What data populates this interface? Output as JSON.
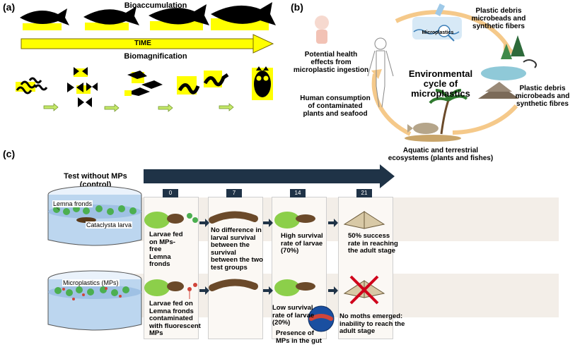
{
  "panels": {
    "a": "(a)",
    "b": "(b)",
    "c": "(c)"
  },
  "panel_a": {
    "bioaccumulation": "Bioaccumulation",
    "time": "TIME",
    "biomagnification": "Biomagnification",
    "colors": {
      "yellow": "#ffff00",
      "black": "#000000",
      "green_arrow": "#c5e96a"
    },
    "icons": [
      "fish-icon",
      "worm-icon",
      "butterfly-icon",
      "bird-icon",
      "snake-icon",
      "owl-icon"
    ]
  },
  "panel_b": {
    "title_line1": "Environmental",
    "title_line2": "cycle of",
    "title_line3": "microplastics",
    "microplastics_tag": "Microplastics",
    "top_right_1": "Plastic debris",
    "top_right_2": "microbeads and",
    "top_right_3": "synthetic fibers",
    "right_1": "Plastic debris",
    "right_2": "microbeads and",
    "right_3": "synthetic fibres",
    "bottom_1": "Aquatic and terrestrial",
    "bottom_2": "ecosystems (plants and fishes)",
    "left_1": "Human consumption",
    "left_2": "of contaminated",
    "left_3": "plants and seafood",
    "health_1": "Potential health",
    "health_2": "effects from",
    "health_3": "microplastic ingestion",
    "colors": {
      "cycle_arrow": "#f5c98a",
      "accent": "#1f3347"
    }
  },
  "panel_c": {
    "control_1": "Test without MPs",
    "control_2": "(control)",
    "lemna": "Lemna fronds",
    "cataclysta": "Cataclysta larva",
    "microplastics": "Microplastics (MPs)",
    "days": [
      "0",
      "7",
      "14",
      "21"
    ],
    "control_steps": [
      "Larvae fed\non MPs-\nfree\nLemna\nfronds",
      "No difference in\nlarval survival\nbetween the\nsurvival\nbetween the two\ntest groups",
      "High survival\nrate of larvae\n(70%)",
      "50% success\nrate in reaching\nthe adult stage"
    ],
    "mp_steps": [
      "Larvae fed on\nLemna fronds\ncontaminated\nwith fluorescent\nMPs",
      "Low survival\nrate of larvae\n(20%)",
      "Presence of\nMPs in the gut",
      "No moths emerged:\ninability to reach the\nadult stage"
    ],
    "colors": {
      "timeline": "#1f3347",
      "column_bg": "#fbf8f4",
      "water": "#bcd6ef",
      "lemna": "#4caf50",
      "mp_red": "#d0453a"
    }
  }
}
